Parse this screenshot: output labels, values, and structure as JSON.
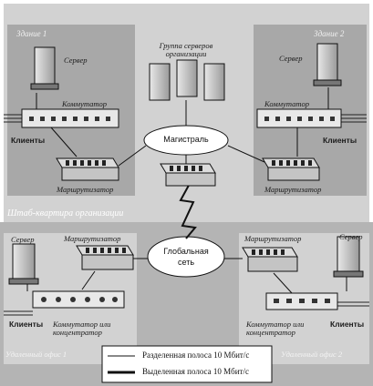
{
  "hq": {
    "building1": "Здание 1",
    "building2": "Здание 2",
    "server_group": "Группа серверов организации",
    "server_left": "Сервер",
    "server_right": "Сервер",
    "switch_left": "Коммутатор",
    "switch_right": "Коммутатор",
    "clients_left": "Клиенты",
    "clients_right": "Клиенты",
    "backbone": "Магистраль",
    "router_left": "Маршрутизатор",
    "router_right": "Маршрутизатор",
    "title": "Штаб-квартира организации"
  },
  "wan": {
    "label_line1": "Глобальная",
    "label_line2": "сеть"
  },
  "remote1": {
    "server": "Сервер",
    "router": "Маршрутизатор",
    "clients": "Клиенты",
    "switch_hub": "Коммутатор или концентратор",
    "title": "Удаленный офис 1"
  },
  "remote2": {
    "server": "Сервер",
    "router": "Маршрутизатор",
    "clients": "Клиенты",
    "switch_hub": "Коммутатор или концентратор",
    "title": "Удаленный офис 2"
  },
  "legend": {
    "shared": "Разделенная полоса 10 Мбит/с",
    "dedicated": "Выделенная полоса 10 Мбит/с"
  }
}
